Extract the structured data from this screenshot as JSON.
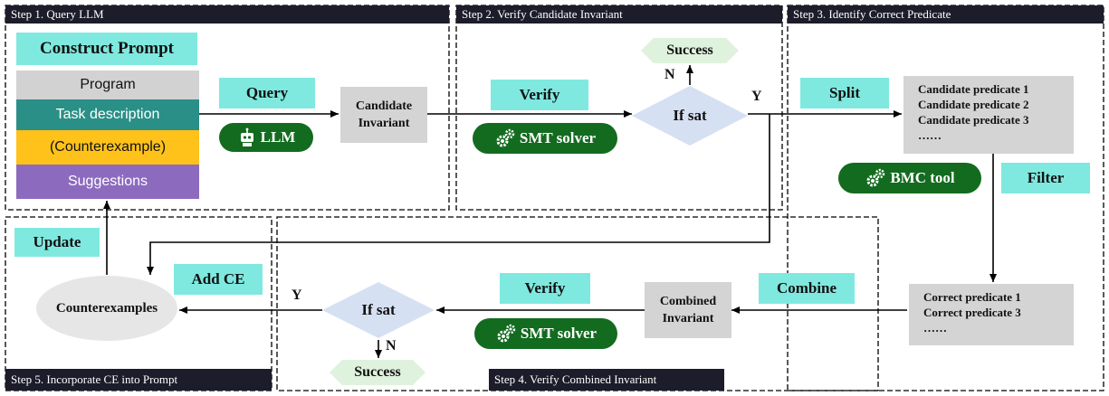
{
  "steps": {
    "step1": "Step 1. Query LLM",
    "step2": "Step 2. Verify Candidate Invariant",
    "step3": "Step 3. Identify Correct Predicate",
    "step4": "Step 4. Verify Combined Invariant",
    "step5": "Step 5. Incorporate CE into Prompt"
  },
  "prompt": {
    "header": "Construct Prompt",
    "rows": [
      "Program",
      "Task description",
      "(Counterexample)",
      "Suggestions"
    ]
  },
  "tags": {
    "query": "Query",
    "verify_top": "Verify",
    "split": "Split",
    "filter": "Filter",
    "combine": "Combine",
    "verify_bottom": "Verify",
    "add_ce": "Add CE",
    "update": "Update"
  },
  "tools": {
    "llm": "LLM",
    "smt_top": "SMT solver",
    "bmc": "BMC tool",
    "smt_bottom": "SMT solver"
  },
  "boxes": {
    "candidate_line1": "Candidate",
    "candidate_line2": "Invariant",
    "combined_line1": "Combined",
    "combined_line2": "Invariant"
  },
  "candidate_predicates": [
    "Candidate predicate 1",
    "Candidate predicate 2",
    "Candidate predicate 3",
    "……"
  ],
  "correct_predicates": [
    "Correct predicate 1",
    "Correct predicate 3",
    "……"
  ],
  "decisions": {
    "top": "If sat",
    "bottom": "If sat"
  },
  "outcomes": {
    "success_top": "Success",
    "success_bottom": "Success",
    "n_top": "N",
    "y_top": "Y",
    "n_bottom": "N",
    "y_bottom": "Y"
  },
  "counterexamples": "Counterexamples",
  "colors": {
    "teal_tag": "#7fe9e0",
    "pill_green": "#136b1f",
    "grey_box": "#d4d4d4",
    "diamond": "#d6e0f3",
    "success_hex": "#dff2dd",
    "prompt_program": "#d2d2d2",
    "prompt_task": "#2a8f87",
    "prompt_ce": "#ffc21a",
    "prompt_suggestions": "#8c6bbf",
    "step_title_bg": "#1c1c2a"
  }
}
